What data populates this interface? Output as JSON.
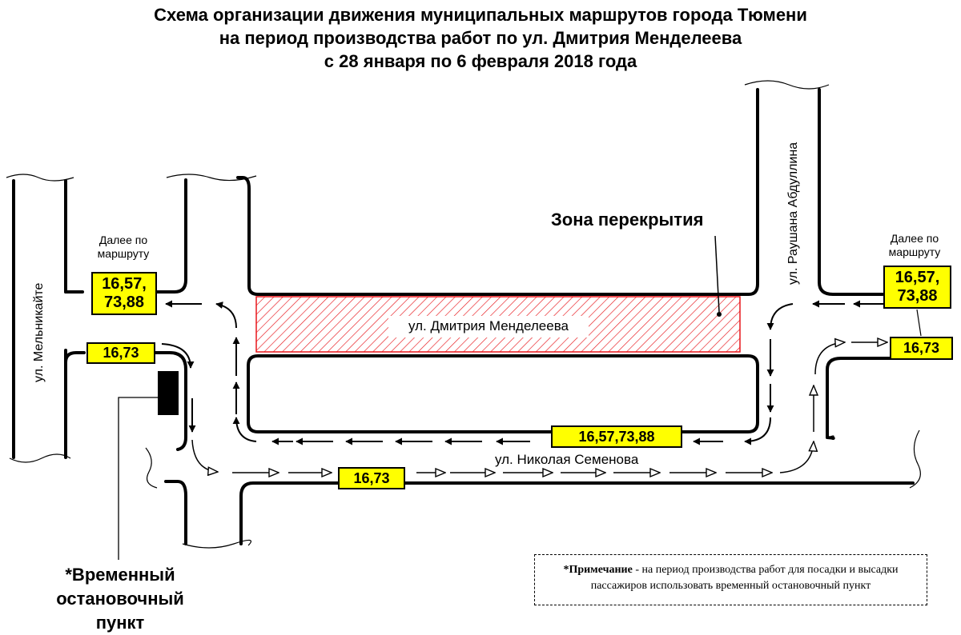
{
  "title": {
    "line1": "Схема организации движения муниципальных маршрутов города Тюмени",
    "line2": "на период производства работ по ул. Дмитрия Менделеева",
    "line3": "с 28 января по 6 февраля 2018 года"
  },
  "streets": {
    "melnikaite": "ул. Мельникайте",
    "mendeleeva": "ул. Дмитрия Менделеева",
    "semenova": "ул. Николая Семенова",
    "abdullina": "ул. Раушана Абдуллина"
  },
  "closure_zone_label": "Зона перекрытия",
  "further_left": {
    "line1": "Далее по",
    "line2": "маршруту"
  },
  "further_right": {
    "line1": "Далее по",
    "line2": "маршруту"
  },
  "route_badges": {
    "left_top": {
      "line1": "16,57,",
      "line2": "73,88"
    },
    "left_mid": "16,73",
    "bottom_mid": "16,73",
    "center_bus": "16,57,73,88",
    "right_top": {
      "line1": "16,57,",
      "line2": "73,88"
    },
    "right_mid": "16,73"
  },
  "temp_stop": {
    "line1": "*Временный",
    "line2": "остановочный пункт"
  },
  "note": {
    "bold": "*Примечание",
    "text": " - на период производства работ  для посадки и высадки",
    "line2": "пассажиров использовать временный остановочный пункт"
  },
  "colors": {
    "badge": "#ffff00",
    "closure_zone": "#e8161b",
    "road": "#000000",
    "stop": "#000000"
  }
}
